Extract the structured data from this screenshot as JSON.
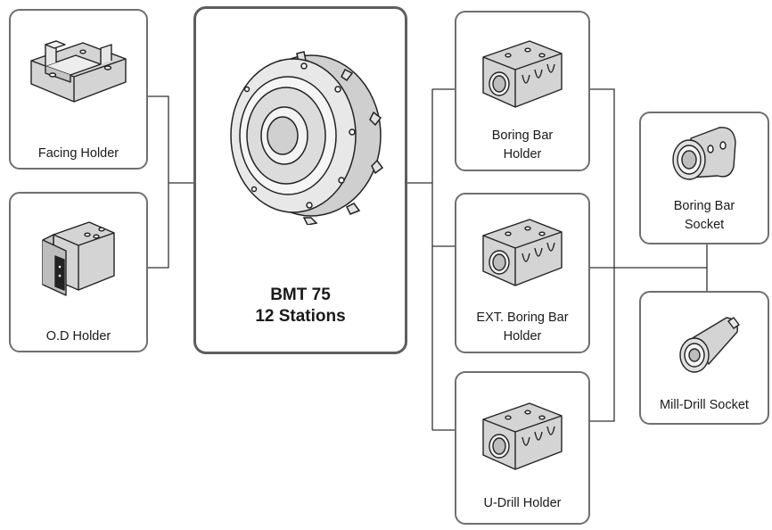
{
  "diagram": {
    "center": {
      "title": "BMT 75\n12 Stations"
    },
    "holders_left": [
      {
        "label": "Facing Holder",
        "icon": "facing-holder-icon"
      },
      {
        "label": "O.D Holder",
        "icon": "od-holder-icon"
      }
    ],
    "holders_right": [
      {
        "label": "Boring Bar\nHolder",
        "icon": "boring-bar-holder-icon"
      },
      {
        "label": "EXT. Boring Bar\nHolder",
        "icon": "ext-boring-bar-holder-icon"
      },
      {
        "label": "U-Drill Holder",
        "icon": "u-drill-holder-icon"
      }
    ],
    "sockets": [
      {
        "label": "Boring Bar\nSocket",
        "icon": "boring-bar-socket-icon"
      },
      {
        "label": "Mill-Drill Socket",
        "icon": "mill-drill-socket-icon"
      }
    ],
    "colors": {
      "border": "#6f6f6f",
      "line": "#333333",
      "part_fill": "#d9d9d9",
      "part_stroke": "#222222"
    }
  }
}
